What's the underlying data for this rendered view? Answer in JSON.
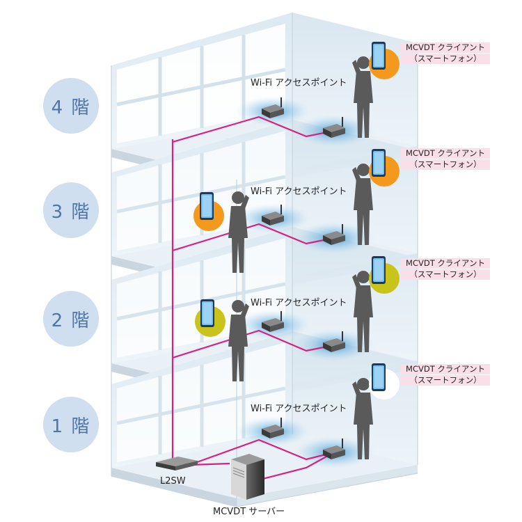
{
  "floors": [
    {
      "label": "4 階",
      "ap_label": "Wi-Fi アクセスポイント",
      "client_line1": "MCVDT クライアント",
      "client_line2": "（スマートフォン）"
    },
    {
      "label": "3 階",
      "ap_label": "Wi-Fi アクセスポイント",
      "client_line1": "MCVDT クライアント",
      "client_line2": "（スマートフォン）"
    },
    {
      "label": "2 階",
      "ap_label": "Wi-Fi アクセスポイント",
      "client_line1": "MCVDT クライアント",
      "client_line2": "（スマートフォン）"
    },
    {
      "label": "1 階",
      "ap_label": "Wi-Fi アクセスポイント",
      "client_line1": "MCVDT クライアント",
      "client_line2": "（スマートフォン）"
    }
  ],
  "devices": {
    "switch_label": "L2SW",
    "server_label": "MCVDT サーバー"
  },
  "colors": {
    "cable": "#d6227f",
    "phone_badge_orange": "#f39a1e",
    "phone_badge_yellow": "#c9c41c",
    "floor_badge": "#cfdff0",
    "floor_badge_text": "#4f74a8",
    "client_label_bg": "#fbdfe8"
  }
}
